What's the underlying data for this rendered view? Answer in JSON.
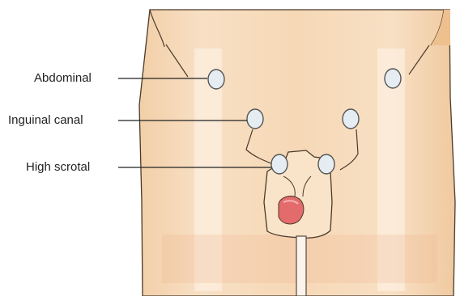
{
  "labels": {
    "abdominal": "Abdominal",
    "inguinal_canal": "Inguinal canal",
    "high_scrotal": "High scrotal"
  },
  "colors": {
    "skin": "#f7dcbc",
    "skin_shadow": "#edc29b",
    "highlight": "#fdf4ea",
    "outline": "#4a3a2a",
    "testis_fill": "#e6edf2",
    "glans": "#e46b6b",
    "leader_line": "#222222"
  },
  "icons": [
    "testis-position-marker"
  ]
}
